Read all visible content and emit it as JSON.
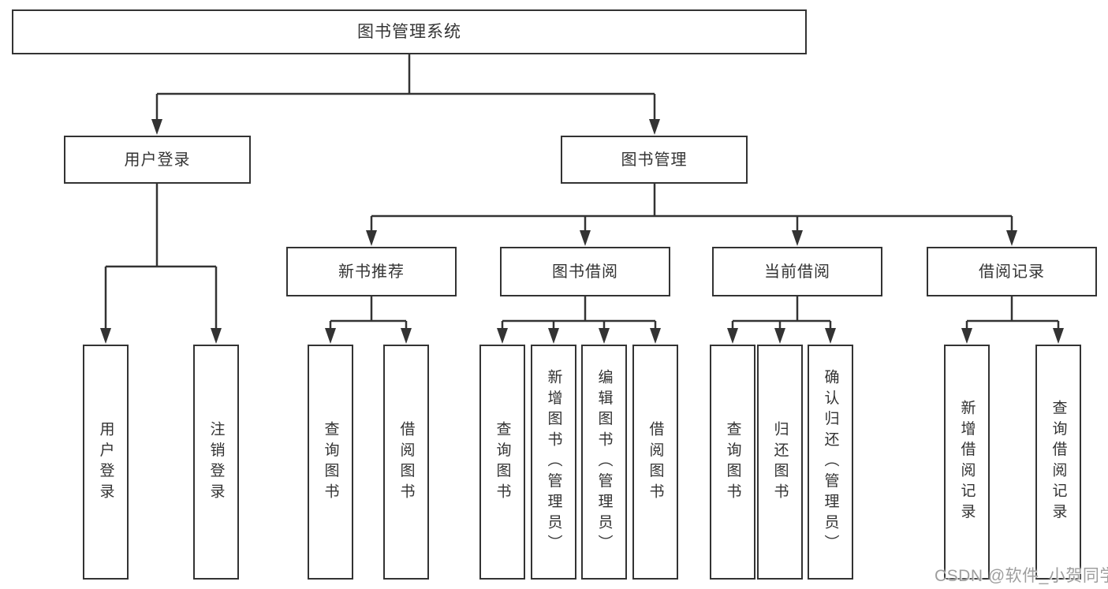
{
  "diagram": {
    "root": {
      "label": "图书管理系统"
    },
    "level1": [
      {
        "label": "用户登录",
        "children": [
          {
            "label": "用户登录"
          },
          {
            "label": "注销登录"
          }
        ]
      },
      {
        "label": "图书管理"
      }
    ],
    "level2": [
      {
        "label": "新书推荐",
        "children": [
          {
            "label": "查询图书"
          },
          {
            "label": "借阅图书"
          }
        ]
      },
      {
        "label": "图书借阅",
        "children": [
          {
            "label": "查询图书"
          },
          {
            "label": "新增图书（管理员）"
          },
          {
            "label": "编辑图书（管理员）"
          },
          {
            "label": "借阅图书"
          }
        ]
      },
      {
        "label": "当前借阅",
        "children": [
          {
            "label": "查询图书"
          },
          {
            "label": "归还图书"
          },
          {
            "label": "确认归还（管理员）"
          }
        ]
      },
      {
        "label": "借阅记录",
        "children": [
          {
            "label": "新增借阅记录"
          },
          {
            "label": "查询借阅记录"
          }
        ]
      }
    ],
    "colors": {
      "line": "#333333",
      "box_border": "#333333",
      "text": "#333333",
      "watermark_text": "#9e9e9e",
      "background": "#ffffff"
    }
  },
  "watermark": {
    "text": "CSDN @软件_小贺同学"
  }
}
